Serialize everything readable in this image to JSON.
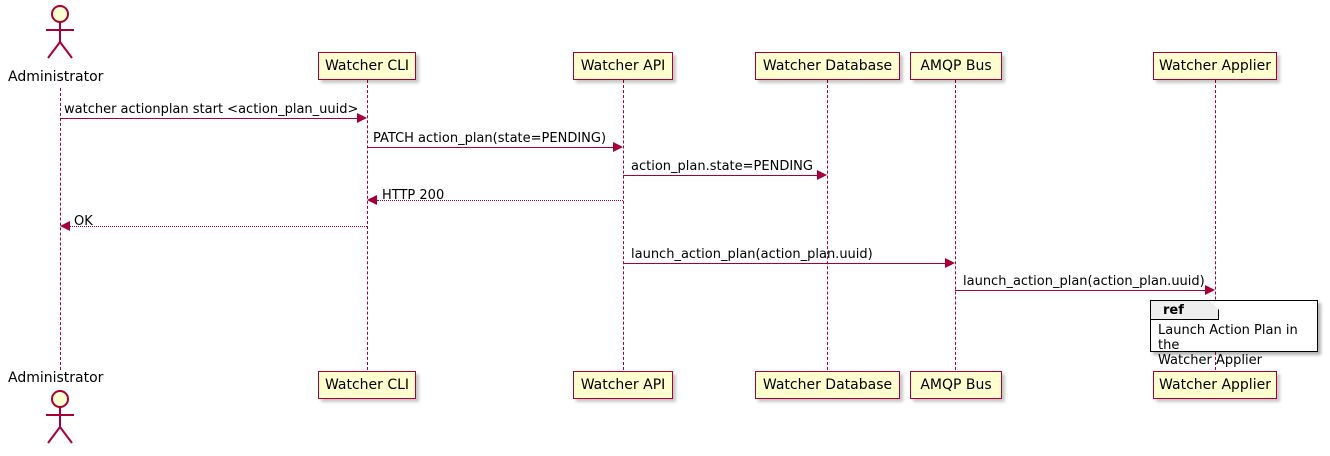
{
  "diagram": {
    "type": "sequence-diagram",
    "colors": {
      "participant_fill": "#FEFECE",
      "participant_border": "#A80036",
      "lifeline": "#A80036",
      "arrow": "#A80036",
      "text": "#000000",
      "ref_fill": "#FFFFFF",
      "ref_border": "#000000",
      "ref_tab_fill": "#EEEEEE",
      "background": "#FFFFFF"
    }
  },
  "actors": [
    {
      "name": "administrator",
      "label": "Administrator",
      "kind": "actor"
    }
  ],
  "participants": [
    {
      "name": "watcher-cli",
      "label": "Watcher CLI"
    },
    {
      "name": "watcher-api",
      "label": "Watcher API"
    },
    {
      "name": "watcher-database",
      "label": "Watcher Database"
    },
    {
      "name": "amqp-bus",
      "label": "AMQP Bus"
    },
    {
      "name": "watcher-applier",
      "label": "Watcher Applier"
    }
  ],
  "messages": [
    {
      "name": "msg-actionplan-start",
      "label": "watcher actionplan start <action_plan_uuid>",
      "from": "Administrator",
      "to": "Watcher CLI",
      "style": "solid",
      "direction": "right"
    },
    {
      "name": "msg-patch-action-plan",
      "label": "PATCH action_plan(state=PENDING)",
      "from": "Watcher CLI",
      "to": "Watcher API",
      "style": "solid",
      "direction": "right"
    },
    {
      "name": "msg-action-plan-state-pending",
      "label": "action_plan.state=PENDING",
      "from": "Watcher API",
      "to": "Watcher Database",
      "style": "solid",
      "direction": "right"
    },
    {
      "name": "msg-http-200",
      "label": "HTTP 200",
      "from": "Watcher API",
      "to": "Watcher CLI",
      "style": "dotted",
      "direction": "left"
    },
    {
      "name": "msg-ok",
      "label": "OK",
      "from": "Watcher CLI",
      "to": "Administrator",
      "style": "dotted",
      "direction": "left"
    },
    {
      "name": "msg-launch-action-plan-api-to-bus",
      "label": "launch_action_plan(action_plan.uuid)",
      "from": "Watcher API",
      "to": "AMQP Bus",
      "style": "solid",
      "direction": "right"
    },
    {
      "name": "msg-launch-action-plan-bus-to-applier",
      "label": "launch_action_plan(action_plan.uuid)",
      "from": "AMQP Bus",
      "to": "Watcher Applier",
      "style": "solid",
      "direction": "right"
    }
  ],
  "ref_fragment": {
    "name": "ref-launch-action-plan",
    "tab_label": "ref",
    "body": "Launch Action Plan in the\nWatcher Applier"
  }
}
